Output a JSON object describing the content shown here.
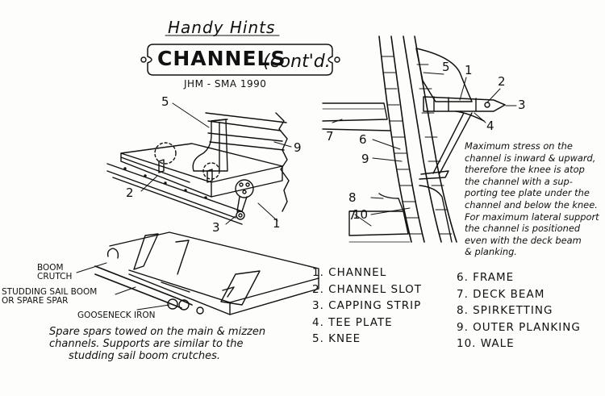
{
  "header": {
    "hint": "Handy Hints",
    "title": "CHANNELS",
    "title_suffix": "(cont'd.",
    "credit": "JHM - SMA 1990"
  },
  "left_view": {
    "callouts": [
      "5",
      "9",
      "2",
      "3",
      "1"
    ]
  },
  "right_view": {
    "callouts": [
      "5",
      "1",
      "2",
      "3",
      "4",
      "7",
      "6",
      "9",
      "8",
      "10",
      "7"
    ]
  },
  "lower_view": {
    "labels": {
      "boom_crutch_line1": "BOOM",
      "boom_crutch_line2": "CRUTCH",
      "studding_line1": "STUDDING SAIL BOOM",
      "studding_line2": "OR SPARE SPAR",
      "gooseneck": "GOOSENECK IRON"
    },
    "caption": [
      "Spare spars towed on the main & mizzen",
      "channels. Supports are similar to the",
      "studding sail boom crutches."
    ]
  },
  "note": [
    "Maximum stress on the",
    "channel is inward & upward,",
    "therefore the knee is atop",
    "the channel with a sup-",
    "porting tee plate under the",
    "channel and below the knee.",
    "For maximum lateral support",
    "the channel is positioned",
    "even with the deck beam",
    "& planking."
  ],
  "legend": {
    "left": [
      "1.  CHANNEL",
      "2.  CHANNEL SLOT",
      "3.  CAPPING STRIP",
      "4.  TEE PLATE",
      "5.  KNEE"
    ],
    "right": [
      "6. FRAME",
      "7. DECK BEAM",
      "8. SPIRKETTING",
      "9. OUTER PLANKING",
      "10. WALE"
    ]
  }
}
